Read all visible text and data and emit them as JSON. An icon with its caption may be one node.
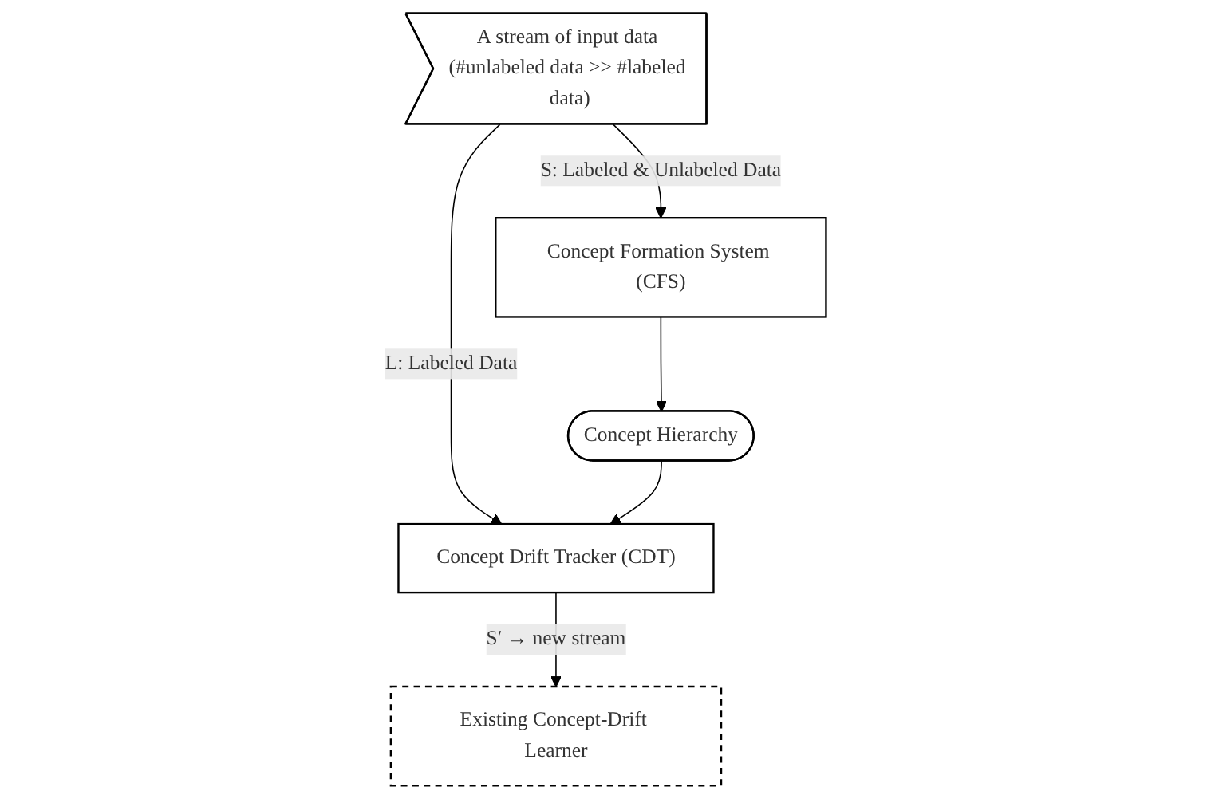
{
  "diagram": {
    "nodes": [
      {
        "text": [
          "A stream of input data (#unlabeled data >> #labeled data)"
        ]
      },
      {
        "text": [
          "Concept Formation System (CFS)"
        ]
      },
      {
        "text": [
          "Concept Hierarchy"
        ]
      },
      {
        "text": [
          "Concept Drift Tracker (CDT)"
        ]
      },
      {
        "text": [
          "Existing Concept-Drift Learner"
        ]
      }
    ],
    "edges": [
      {
        "from": 0,
        "to": 1,
        "arrow": "to",
        "label": "S: Labeled & Unlabeled Data"
      },
      {
        "from": 0,
        "to": 3,
        "arrow": "to",
        "label": "L: Labeled Data"
      },
      {
        "from": 1,
        "to": 2,
        "arrow": "to"
      },
      {
        "from": 2,
        "to": 3,
        "arrow": "to"
      },
      {
        "from": 3,
        "to": 4,
        "arrow": "to",
        "label": "S′ → new stream"
      }
    ]
  }
}
